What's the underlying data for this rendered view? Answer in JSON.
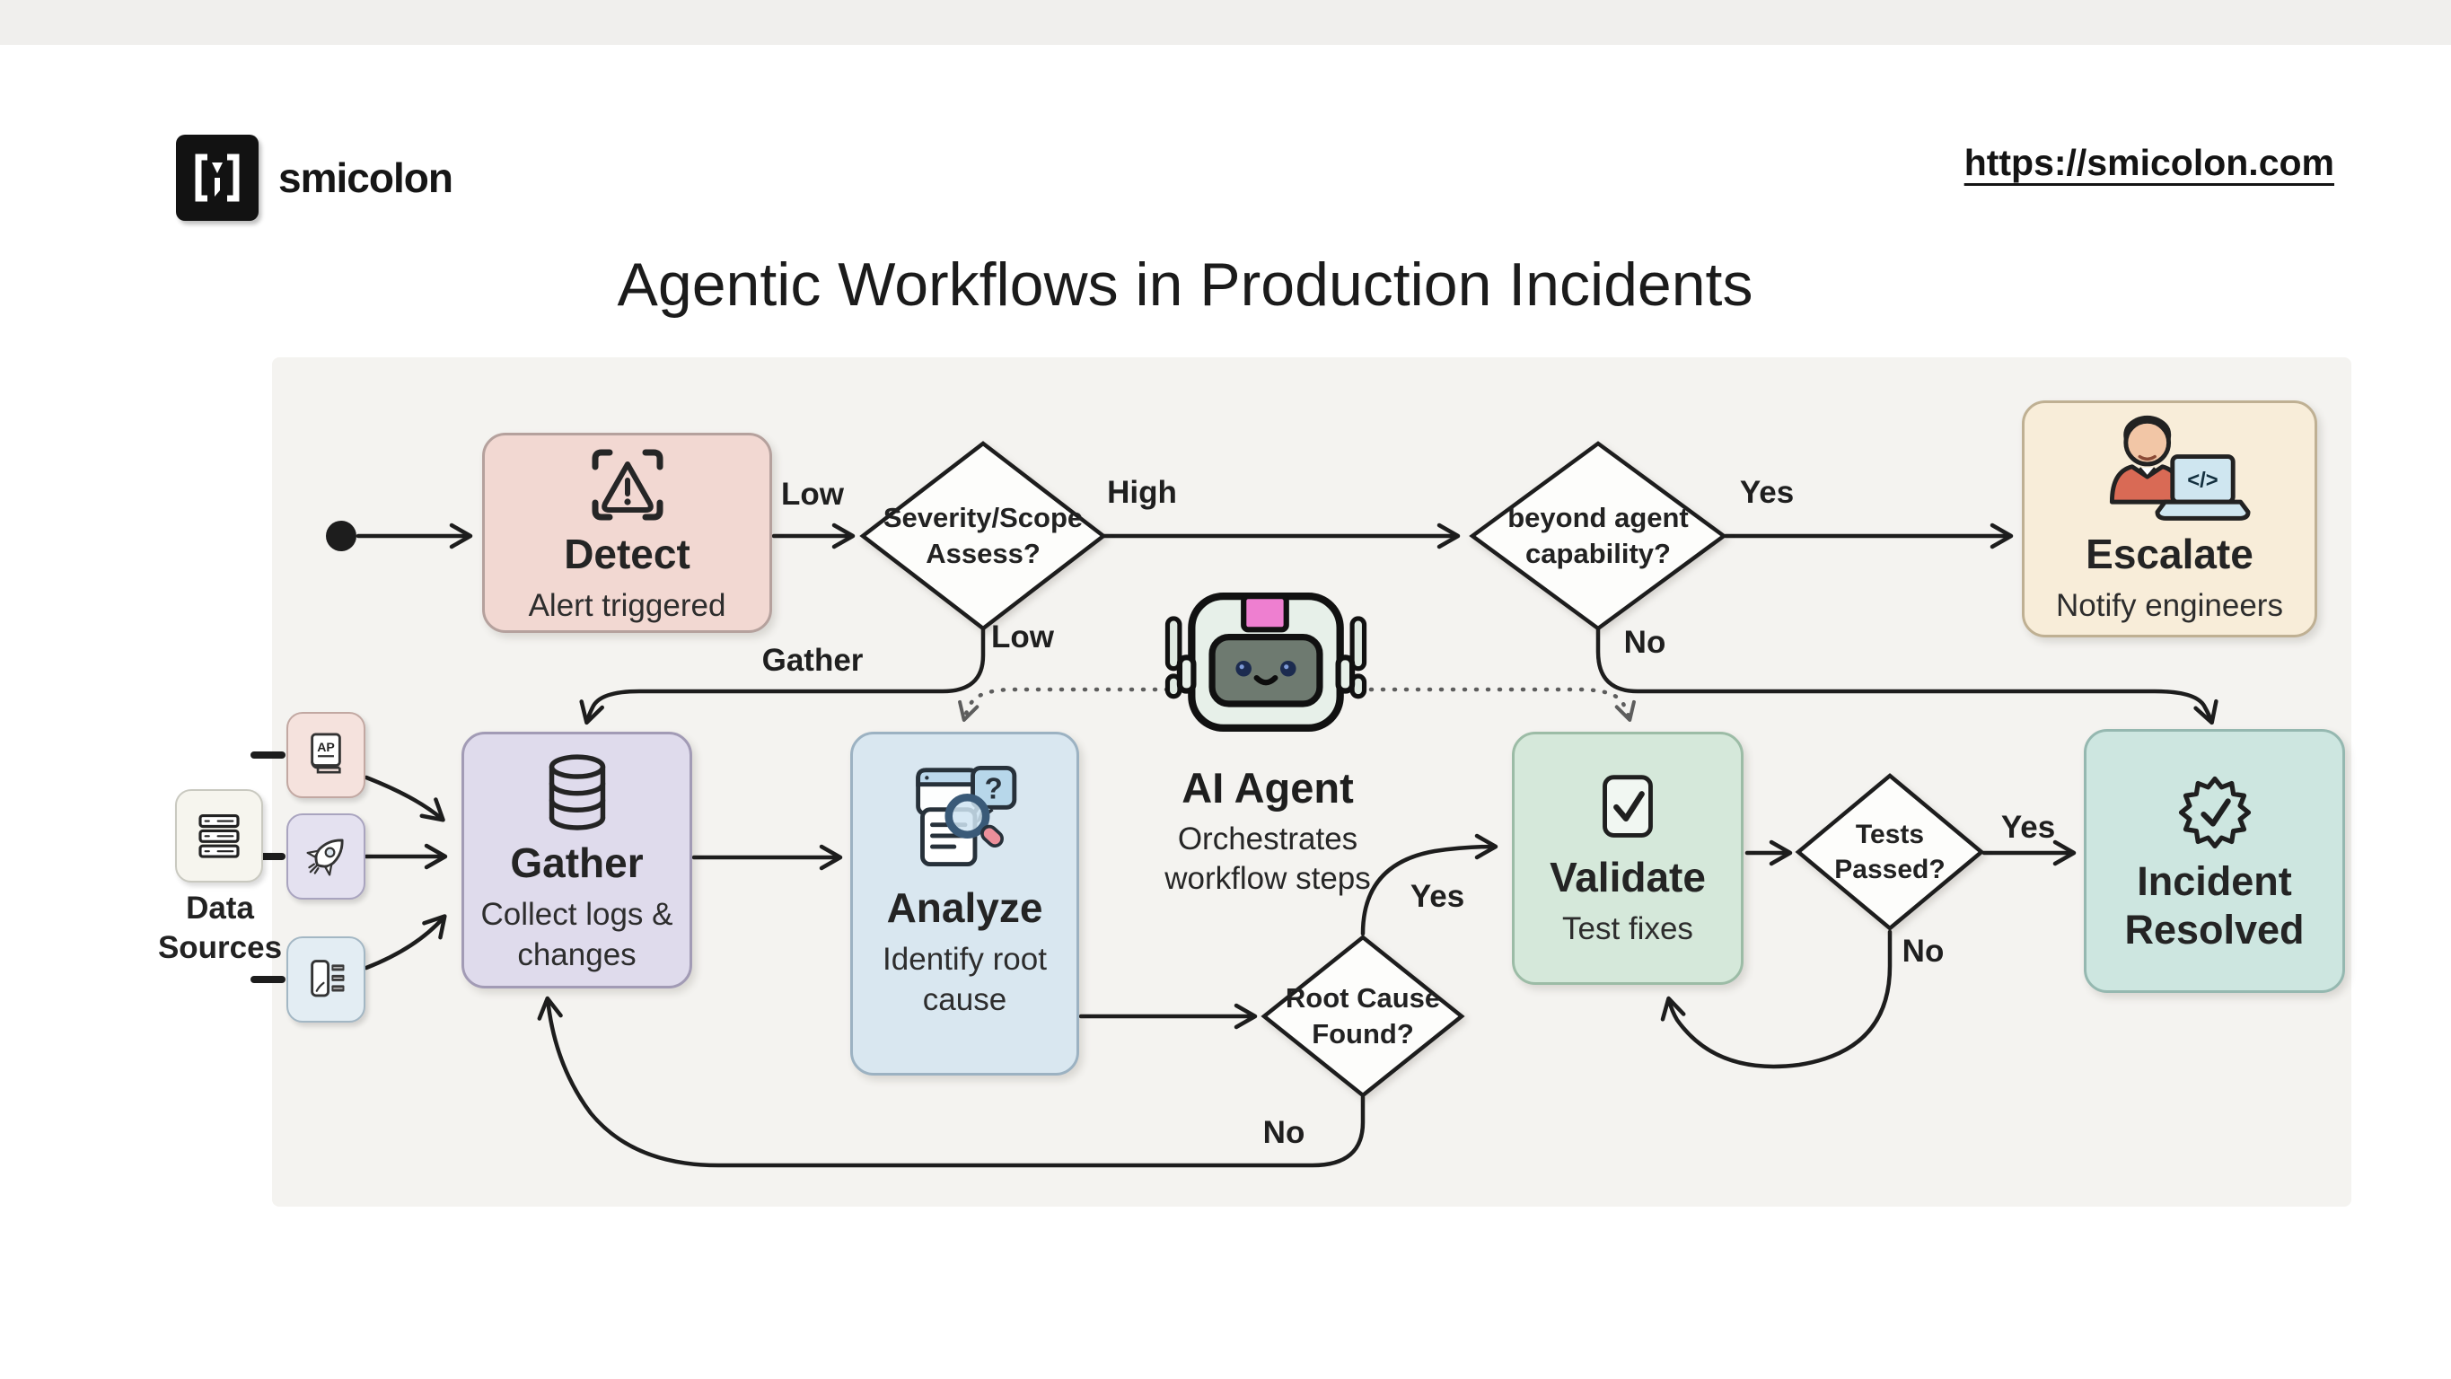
{
  "header": {
    "logo_text": "smicolon",
    "url": "https://smicolon.com"
  },
  "title": "Agentic Workflows in Production Incidents",
  "nodes": {
    "detect": {
      "title": "Detect",
      "subtitle": "Alert triggered"
    },
    "severity_assess": {
      "question": "Severity/Scope Assess?"
    },
    "beyond_capability": {
      "question": "beyond agent capability?"
    },
    "escalate": {
      "title": "Escalate",
      "subtitle": "Notify engineers"
    },
    "gather": {
      "title": "Gather",
      "subtitle": "Collect logs & changes"
    },
    "analyze": {
      "title": "Analyze",
      "subtitle": "Identify root cause"
    },
    "root_cause_found": {
      "question": "Root Cause Found?"
    },
    "validate": {
      "title": "Validate",
      "subtitle": "Test fixes"
    },
    "tests_passed": {
      "question": "Tests Passed?"
    },
    "incident_resolved": {
      "title": "Incident Resolved"
    },
    "ai_agent": {
      "title": "AI Agent",
      "subtitle": "Orchestrates workflow steps"
    },
    "data_sources": {
      "label": "Data Sources"
    }
  },
  "edge_labels": {
    "detect_to_severity": "Low",
    "severity_high": "High",
    "severity_low": "Low",
    "severity_gather": "Gather",
    "beyond_yes": "Yes",
    "beyond_no": "No",
    "root_yes": "Yes",
    "root_no": "No",
    "tests_yes": "Yes",
    "tests_no": "No"
  },
  "colors": {
    "page_bg": "#ffffff",
    "canvas_bg": "#f4f3f0",
    "line": "#1d1d1d",
    "dotted": "#5d5d5d",
    "diamond_bg": "#fdfdfb",
    "detect_bg": "#f2d8d2",
    "detect_border": "#b5a19d",
    "escalate_bg": "#f8edd9",
    "escalate_border": "#bfb093",
    "gather_bg": "#dfdbec",
    "gather_border": "#a29bb5",
    "analyze_bg": "#d9e7f0",
    "analyze_border": "#9cb2c2",
    "validate_bg": "#d5e8da",
    "validate_border": "#9cbca6",
    "resolved_bg": "#cde6e0",
    "resolved_border": "#95b8b0",
    "robot_head": "#e7f0e9",
    "robot_face": "#6e7a70",
    "robot_pink": "#ee7fd0"
  }
}
